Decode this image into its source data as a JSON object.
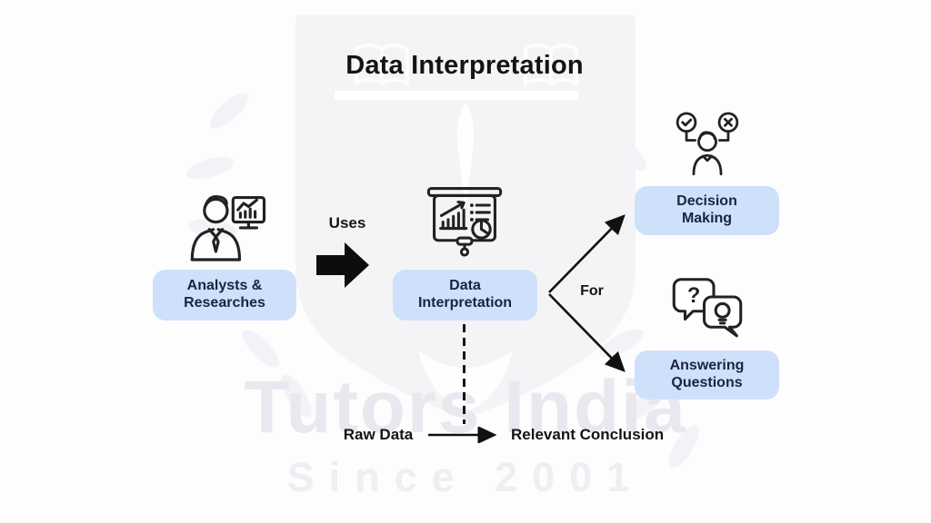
{
  "title": "Data Interpretation",
  "flow": {
    "uses_label": "Uses",
    "for_label": "For",
    "nodes": {
      "analysts": [
        "Analysts &",
        "Researches"
      ],
      "interpretation": [
        "Data",
        "Interpretation"
      ],
      "decision": [
        "Decision",
        "Making"
      ],
      "answering": [
        "Answering",
        "Questions"
      ]
    }
  },
  "bottom_flow": {
    "source": "Raw Data",
    "target": "Relevant Conclusion"
  },
  "watermark": {
    "brand": "Tutors India",
    "tagline": "Since 2001"
  },
  "icons": {
    "analysts": "analyst-with-chart-monitor-icon",
    "interpretation": "presentation-board-chart-icon",
    "decision": "person-check-cross-icon",
    "answering": "question-lightbulb-speech-bubbles-icon",
    "uses": "solid-right-block-arrow",
    "for": "branching-arrows",
    "bottom": "right-arrow"
  },
  "colors": {
    "node_bg": "#cfe0fb",
    "node_text": "#1b2342",
    "title_text": "#141414",
    "arrow_black": "#0d0d0d",
    "background": "#fdfdfe",
    "watermark_brand": "#e8e8ee",
    "watermark_tagline": "#eeeef3"
  }
}
